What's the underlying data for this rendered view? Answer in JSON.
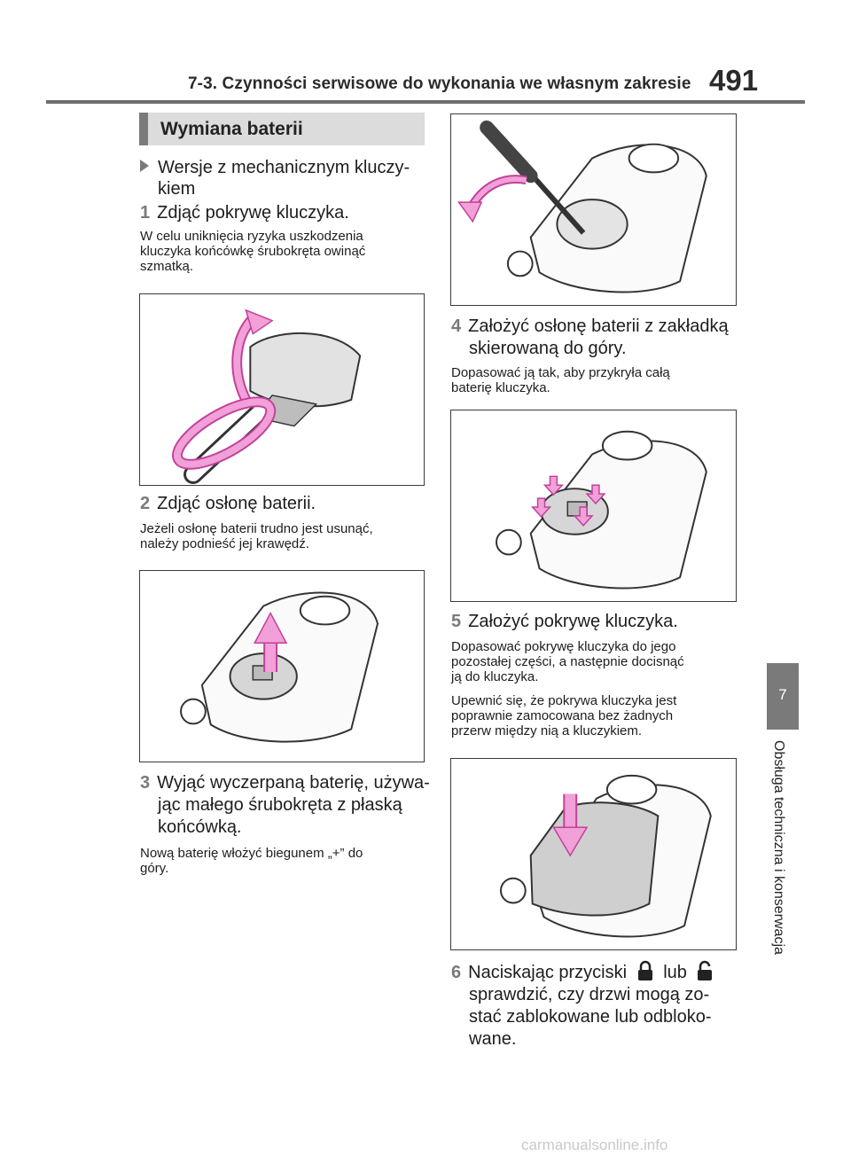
{
  "header": {
    "section_title": "7-3. Czynności serwisowe do wykonania we własnym zakresie",
    "page_number": "491"
  },
  "section_heading": "Wymiana baterii",
  "side_tab": {
    "number": "7",
    "title": "Obsługa techniczna i konserwacja"
  },
  "left_column": {
    "bullet_line1": "Wersje z mechanicznym kluczy-",
    "bullet_line2": "kiem",
    "step1_num": "1",
    "step1_text": "Zdjąć pokrywę kluczyka.",
    "step1_note_l1": "W celu uniknięcia ryzyka uszkodzenia",
    "step1_note_l2": "kluczyka końcówkę śrubokręta owinąć",
    "step1_note_l3": "szmatką.",
    "step2_num": "2",
    "step2_text": "Zdjąć osłonę baterii.",
    "step2_note_l1": "Jeżeli osłonę baterii trudno jest usunąć,",
    "step2_note_l2": "należy podnieść jej krawędź.",
    "step3_num": "3",
    "step3_l1": "Wyjąć wyczerpaną baterię, używa-",
    "step3_l2": "jąc małego śrubokręta z płaską",
    "step3_l3": "końcówką.",
    "step3_note_l1": "Nową baterię włożyć biegunem „+” do",
    "step3_note_l2": "góry."
  },
  "right_column": {
    "step4_num": "4",
    "step4_l1": "Założyć osłonę baterii z zakładką",
    "step4_l2": "skierowaną do góry.",
    "step4_note_l1": "Dopasować ją tak, aby przykryła całą",
    "step4_note_l2": "baterię kluczyka.",
    "step5_num": "5",
    "step5_text": "Założyć pokrywę kluczyka.",
    "step5_note_l1": "Dopasować pokrywę kluczyka do jego",
    "step5_note_l2": "pozostałej części, a następnie docisnąć",
    "step5_note_l3": "ją do kluczyka.",
    "step5_note_l4": "Upewnić się, że pokrywa kluczyka jest",
    "step5_note_l5": "poprawnie zamocowana bez żadnych",
    "step5_note_l6": "przerw między nią a kluczykiem.",
    "step6_num": "6",
    "step6_a": "Naciskając przyciski",
    "step6_b": "lub",
    "step6_l2": "sprawdzić, czy drzwi mogą zo-",
    "step6_l3": "stać zablokowane lub odbloko-",
    "step6_l4": "wane."
  },
  "footer": {
    "watermark": "carmanualsonline.info"
  },
  "colors": {
    "accent_pink": "#f2a0d8",
    "accent_pink_dark": "#c2409c",
    "gray_tab": "#7a7a7a"
  }
}
